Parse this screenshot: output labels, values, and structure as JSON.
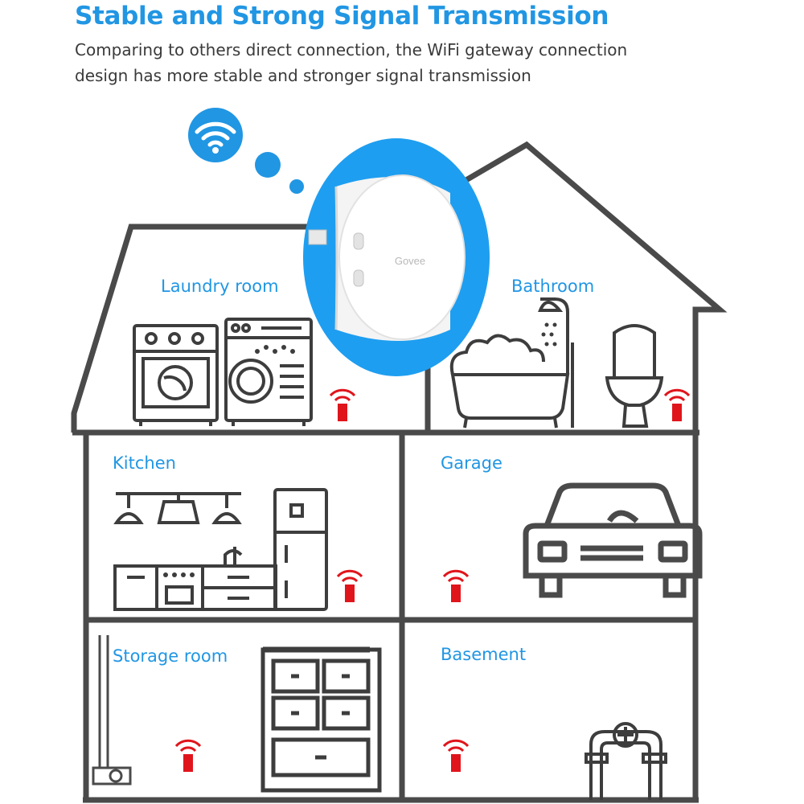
{
  "header": {
    "title": "Stable and Strong Signal Transmission",
    "description_line1": "Comparing to others direct connection, the WiFi gateway connection",
    "description_line2": "design has more stable and stronger signal transmission"
  },
  "gateway": {
    "brand": "Govee",
    "icon": "wifi-icon"
  },
  "rooms": {
    "laundry": "Laundry room",
    "bathroom": "Bathroom",
    "kitchen": "Kitchen",
    "garage": "Garage",
    "storage": "Storage room",
    "basement": "Basement"
  },
  "sensor_icon": "leak-sensor-icon",
  "colors": {
    "accent_blue": "#2196e3",
    "house_outline": "#4a4a4a",
    "sensor_red": "#e0151c",
    "bubble_blue": "#1e9ef0"
  }
}
